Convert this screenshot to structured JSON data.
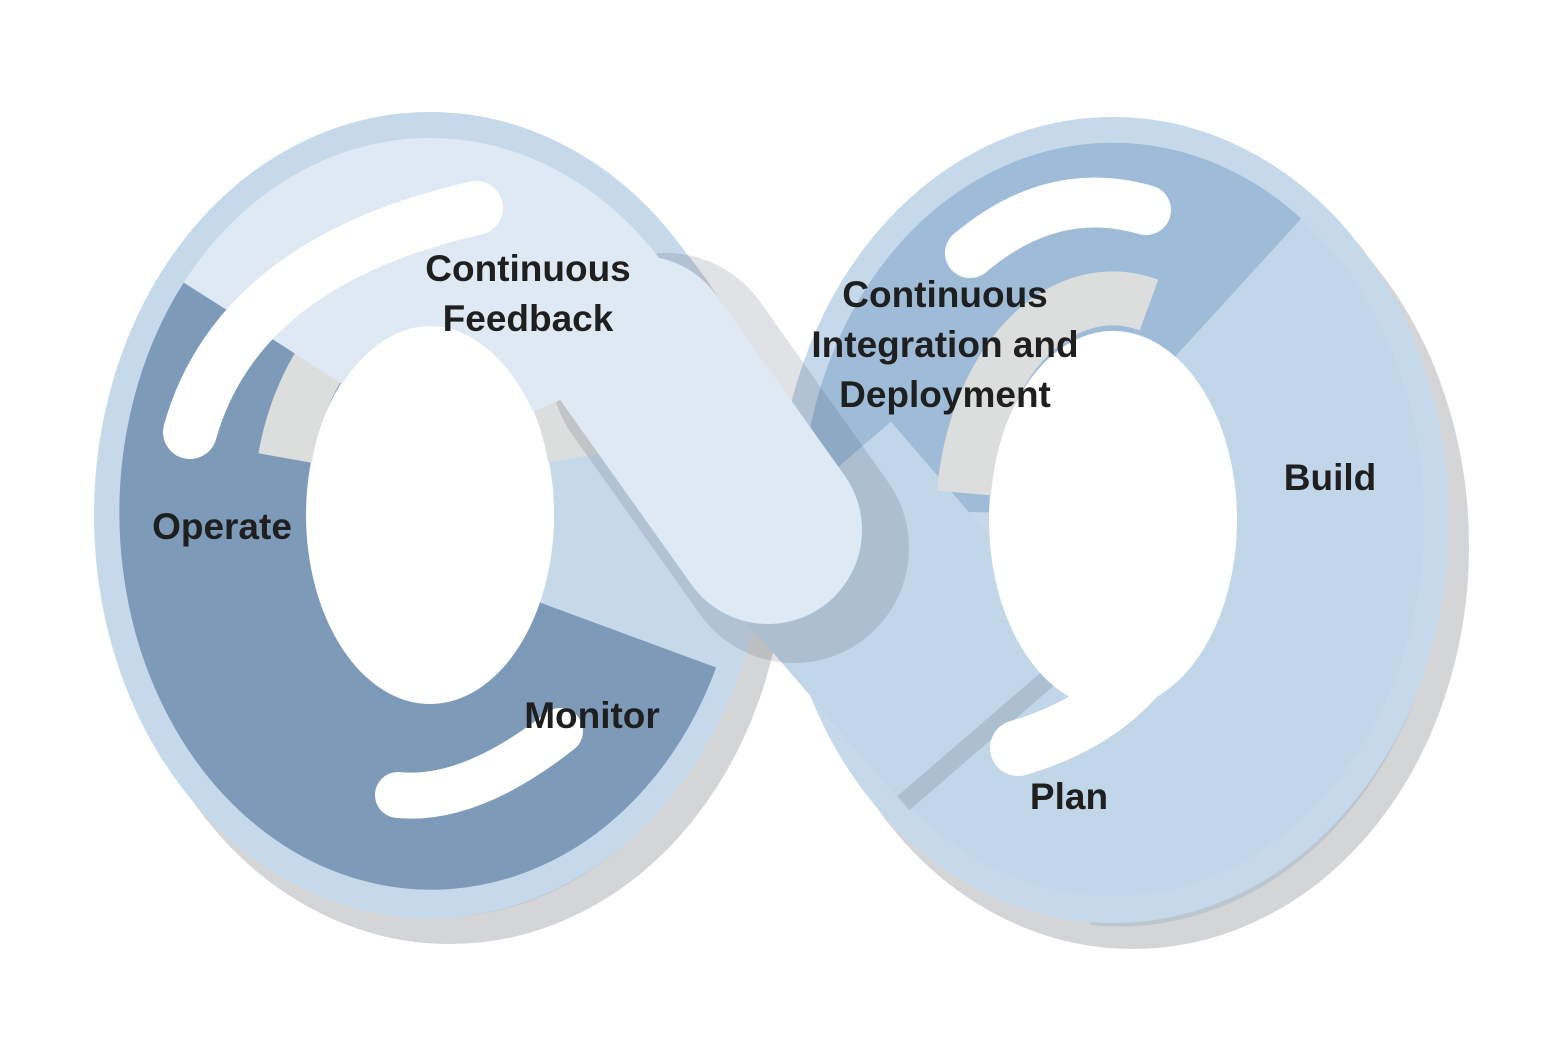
{
  "labels": {
    "continuous_feedback": "Continuous\nFeedback",
    "cicd": "Continuous\nIntegration and\nDeployment",
    "operate": "Operate",
    "monitor": "Monitor",
    "build": "Build",
    "plan": "Plan"
  },
  "colors": {
    "background": "#ffffff",
    "base_ring": "#c6d9ea",
    "feedback_segment": "#dee9f3",
    "operate_monitor_segment": "#7d9bb8",
    "cicd_segment": "#9ebcd7",
    "plan_build_segment": "#c1d6e8",
    "inner_ring_shadow": "#dcdddd",
    "drop_shadow": "#d4d5d6",
    "drop_shadow_edge": "#bcc6ce",
    "ribbon_shadow": "rgba(60,75,95,0.16)",
    "gloss_highlight": "#ffffff",
    "label_text": "#1f1f1f"
  }
}
